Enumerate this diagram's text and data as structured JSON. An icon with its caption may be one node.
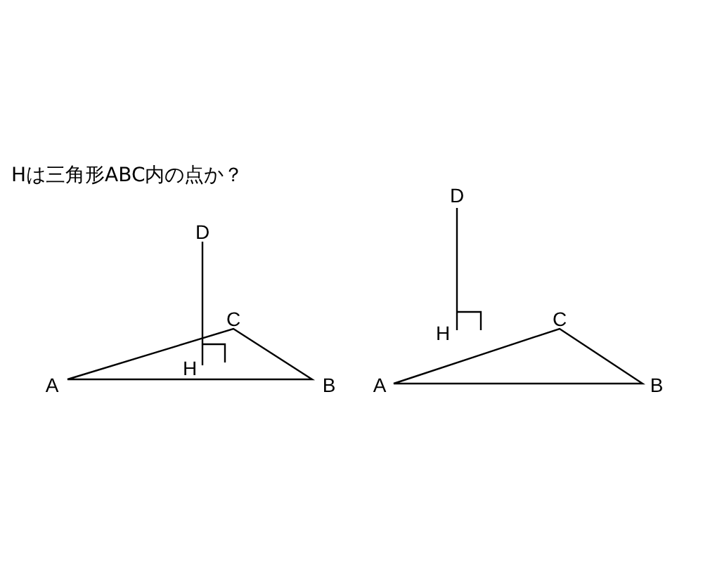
{
  "diagram": {
    "title": "Hは三角形ABC内の点か？",
    "labels": [
      "D",
      "C",
      "H",
      "A",
      "B",
      "D",
      "H",
      "C",
      "A",
      "B"
    ]
  }
}
